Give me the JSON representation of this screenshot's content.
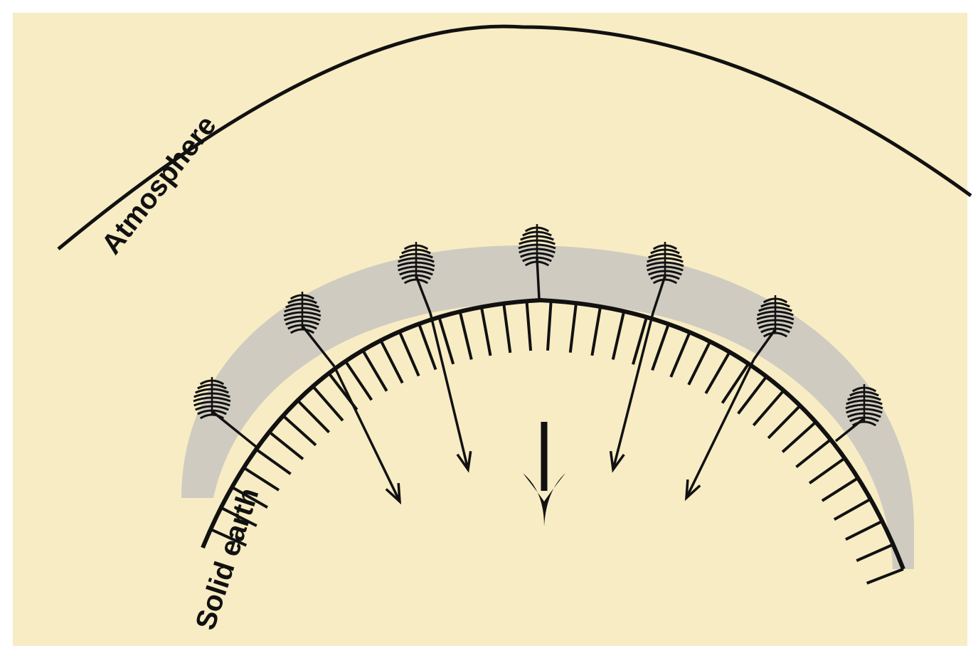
{
  "labels": {
    "atmosphere": "Atmosphere",
    "solid_earth": "Solid earth"
  },
  "colors": {
    "paper": "#f7ecc3",
    "biosphere_band": "#c9c5bf",
    "ink": "#111111",
    "border": "#ffffff"
  },
  "icons": [
    "tree-icon",
    "arrow-down-icon"
  ],
  "counts": {
    "trees": 7,
    "transfer_arrows": 4
  }
}
